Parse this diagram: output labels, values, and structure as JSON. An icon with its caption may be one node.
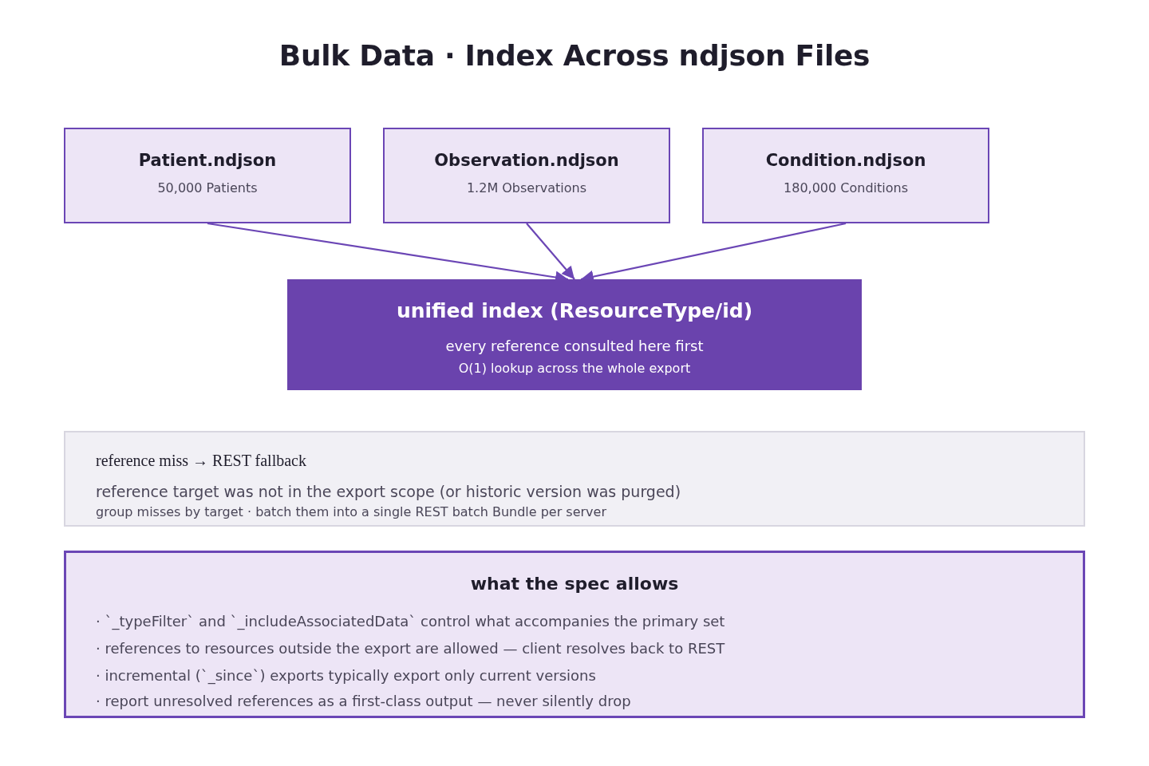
{
  "diagram": {
    "title": "Bulk Data · Index Across ndjson Files",
    "nodes": [
      {
        "text": [
          "Patient.ndjson",
          "50,000 Patients"
        ]
      },
      {
        "text": [
          "Observation.ndjson",
          "1.2M Observations"
        ]
      },
      {
        "text": [
          "Condition.ndjson",
          "180,000 Conditions"
        ]
      },
      {
        "text": [
          "unified index (ResourceType/id)",
          "every reference consulted here first",
          "O(1) lookup across the whole export"
        ]
      },
      {
        "text": [
          "reference miss → REST fallback",
          "reference target was not in the export scope (or historic version was purged)",
          "group misses by target · batch them into a single REST batch Bundle per server"
        ]
      },
      {
        "text": [
          "what the spec allows",
          "· `_typeFilter` and `_includeAssociatedData` control what accompanies the primary set",
          "· references to resources outside the export are allowed — client resolves back to REST",
          "· incremental (`_since`) exports typically export only current versions",
          "· report unresolved references as a first-class output — never silently drop"
        ]
      }
    ],
    "edges": [
      {
        "from": 0,
        "to": 3,
        "arrow": "to"
      },
      {
        "from": 1,
        "to": 3,
        "arrow": "to"
      },
      {
        "from": 2,
        "to": 3,
        "arrow": "to"
      }
    ]
  }
}
